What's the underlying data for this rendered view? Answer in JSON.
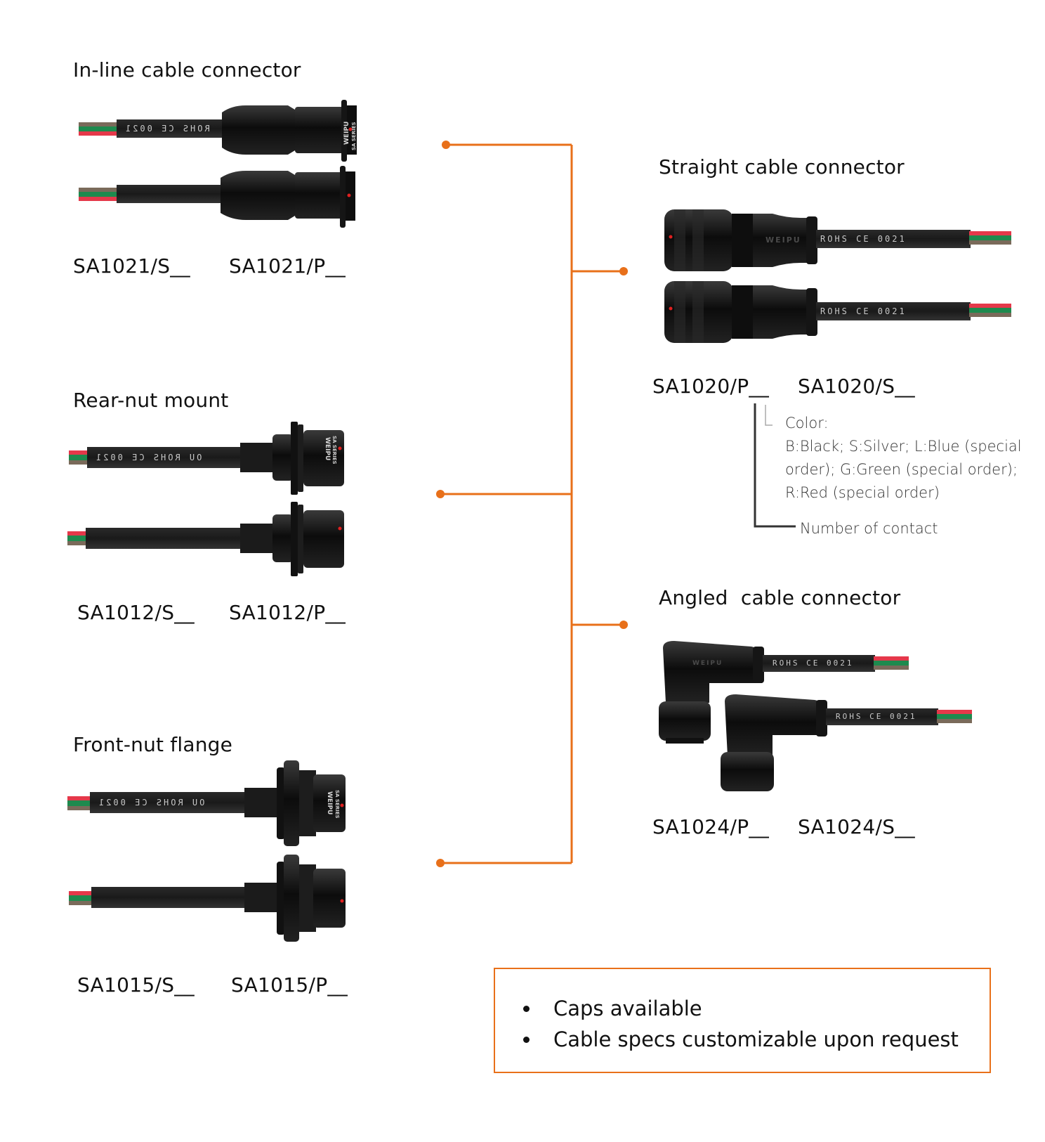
{
  "accent_color": "#e8701a",
  "groups_left": [
    {
      "title": "In-line cable connector",
      "parts": [
        "SA1021/S__",
        "SA1021/P__"
      ],
      "cable_print": "ROHS CE 0021",
      "brand": "WEIPU",
      "series": "SA SERIES"
    },
    {
      "title": "Rear-nut mount",
      "parts": [
        "SA1012/S__",
        "SA1012/P__"
      ],
      "cable_print": "OU ROHS CE 0021",
      "brand": "WEIPU",
      "series": "SA SERIES"
    },
    {
      "title": "Front-nut flange",
      "parts": [
        "SA1015/S__",
        "SA1015/P__"
      ],
      "cable_print": "OU ROHS CE 0021",
      "brand": "WEIPU",
      "series": "SA SERIES"
    }
  ],
  "groups_right": [
    {
      "title": "Straight cable connector",
      "parts": [
        "SA1020/P__",
        "SA1020/S__"
      ],
      "cable_print": "ROHS CE 0021",
      "brand": "WEIPU"
    },
    {
      "title": "Angled  cable connector",
      "parts": [
        "SA1024/P__",
        "SA1024/S__"
      ],
      "cable_print": "ROHS CE 0021",
      "brand": "WEIPU"
    }
  ],
  "part_code_notes": {
    "color_label": "Color:",
    "color_lines": [
      "B:Black; S:Silver; L:Blue (special",
      "order); G:Green (special order);",
      "R:Red (special order)"
    ],
    "contacts_label": "Number of contact"
  },
  "features": [
    "Caps available",
    "Cable specs customizable upon request"
  ]
}
